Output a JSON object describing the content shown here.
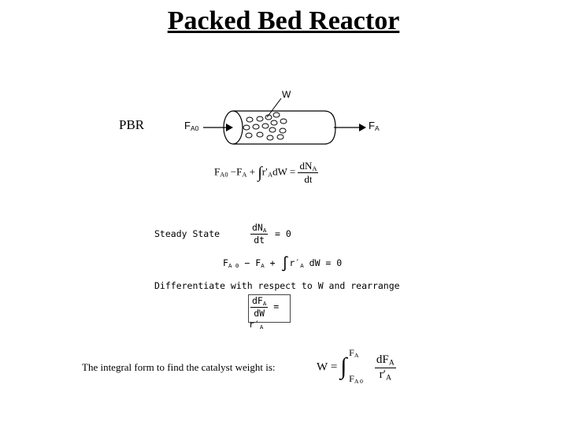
{
  "title": "Packed Bed Reactor",
  "pbr_label": "PBR",
  "reactor": {
    "w_label": "W",
    "inlet": "F",
    "inlet_sub": "A0",
    "outlet": "F",
    "outlet_sub": "A"
  },
  "mole_balance": {
    "lhs_a": "F",
    "lhs_a_sub": "A0",
    "minus": "−",
    "lhs_b": "F",
    "lhs_b_sub": "A",
    "plus": "+",
    "integral": "∫",
    "rate": "r′",
    "rate_sub": "A",
    "dw": "dW",
    "equals": "=",
    "num": "dN",
    "num_sub": "A",
    "den": "dt"
  },
  "steady_state": {
    "label": "Steady State",
    "num": "dN",
    "num_sub": "A",
    "den": "dt",
    "eq_zero": "= 0",
    "balance_a": "F",
    "balance_a_sub": "A 0",
    "minus": "−",
    "balance_b": "F",
    "balance_b_sub": "A",
    "plus": "+",
    "integral": "∫",
    "rate": "r′",
    "rate_sub": "A",
    "tail": "dW = 0"
  },
  "differentiate": {
    "text": "Differentiate with respect to W and rearrange",
    "num": "dF",
    "num_sub": "A",
    "den": "dW",
    "rhs": "= r′",
    "rhs_sub": "A"
  },
  "integral_form": {
    "label": "The integral form to find the catalyst weight is:",
    "lhs": "W",
    "equals": "=",
    "integral": "∫",
    "upper": "F",
    "upper_sub": "A",
    "lower": "F",
    "lower_sub": "A 0",
    "num": "dF",
    "num_sub": "A",
    "den": "r′",
    "den_sub": "A"
  }
}
